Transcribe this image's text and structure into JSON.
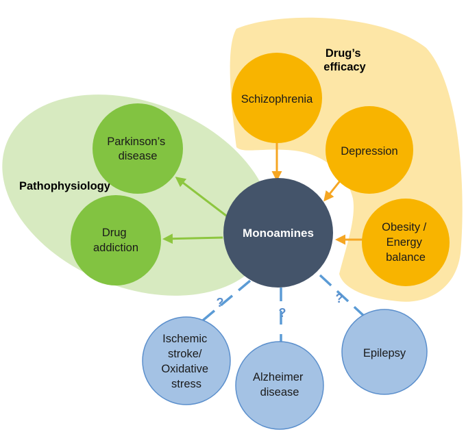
{
  "regions": {
    "pathophysiology": {
      "label": "Pathophysiology",
      "color": "#d7eac0"
    },
    "efficacy": {
      "label_lines": [
        "Drug’s",
        "efficacy"
      ],
      "color": "#fde6a6"
    }
  },
  "center": {
    "label": "Monoamines",
    "color": "#44546a"
  },
  "green_nodes": {
    "color": "#82c341",
    "items": [
      {
        "id": "parkinsons",
        "lines": [
          "Parkinson’s",
          "disease"
        ]
      },
      {
        "id": "drug-addiction",
        "lines": [
          "Drug",
          "addiction"
        ]
      }
    ]
  },
  "orange_nodes": {
    "color": "#f8b400",
    "items": [
      {
        "id": "schizophrenia",
        "lines": [
          "Schizophrenia"
        ]
      },
      {
        "id": "depression",
        "lines": [
          "Depression"
        ]
      },
      {
        "id": "obesity",
        "lines": [
          "Obesity /",
          "Energy",
          "balance"
        ]
      }
    ]
  },
  "blue_nodes": {
    "color": "#a4c2e4",
    "items": [
      {
        "id": "ischemic-stroke",
        "lines": [
          "Ischemic",
          "stroke/",
          "Oxidative",
          "stress"
        ]
      },
      {
        "id": "alzheimer",
        "lines": [
          "Alzheimer",
          "disease"
        ]
      },
      {
        "id": "epilepsy",
        "lines": [
          "Epilepsy"
        ]
      }
    ]
  },
  "unknown_link_marker": "?",
  "arrow_colors": {
    "green": "#8dc63f",
    "orange": "#f5a623",
    "blue": "#5b9bd5"
  }
}
